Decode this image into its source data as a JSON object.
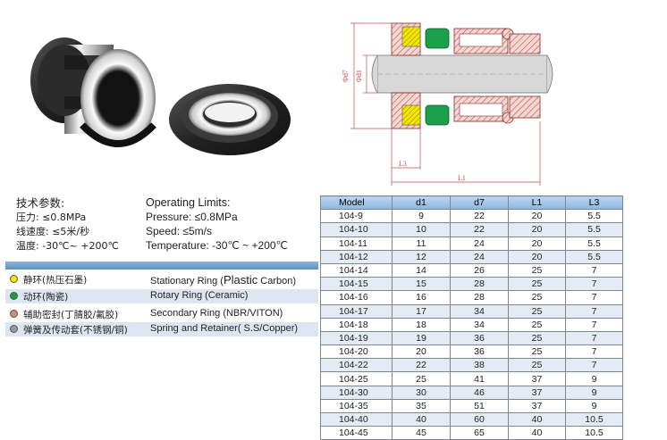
{
  "specs": {
    "cn_title": "技术参数:",
    "cn_pressure": "压力: ≤0.8MPa",
    "cn_speed": "线速度: ≤5米/秒",
    "cn_temp": "温度: -30℃~ +200℃",
    "en_title": "Operating Limits:",
    "en_pressure": "Pressure: ≤0.8MPa",
    "en_speed": "Speed: ≤5m/s",
    "en_temp": "Temperature: -30℃ ~ +200℃"
  },
  "components": [
    {
      "cn": "静环(热压石墨)",
      "en_pre": "Stationary Ring (",
      "en_big": "Plastic",
      "en_post": " Carbon)",
      "color": "#f2e500"
    },
    {
      "cn": "动环(陶瓷)",
      "en": "Rotary Ring (Ceramic)",
      "color": "#1a9e3a"
    },
    {
      "cn": "辅助密封(丁腈胶/氟胶)",
      "en": "Secondary Ring (NBR/VITON)",
      "color": "#d88a6e"
    },
    {
      "cn": "弹簧及传动套(不锈钢/铜)",
      "en": "Spring and Retainer( S.S/Copper)",
      "color": "#9a9a9a"
    }
  ],
  "drawing": {
    "phi_d7": "Φd7",
    "phi_d1": "Φd1",
    "l3": "L3",
    "l1": "L1"
  },
  "table": {
    "headers": [
      "Model",
      "d1",
      "d7",
      "L1",
      "L3"
    ],
    "rows": [
      [
        "104-9",
        "9",
        "22",
        "20",
        "5.5"
      ],
      [
        "104-10",
        "10",
        "22",
        "20",
        "5.5"
      ],
      [
        "104-11",
        "11",
        "24",
        "20",
        "5.5"
      ],
      [
        "104-12",
        "12",
        "24",
        "20",
        "5.5"
      ],
      [
        "104-14",
        "14",
        "26",
        "25",
        "7"
      ],
      [
        "104-15",
        "15",
        "28",
        "25",
        "7"
      ],
      [
        "104-16",
        "16",
        "28",
        "25",
        "7"
      ],
      [
        "104-17",
        "17",
        "34",
        "25",
        "7"
      ],
      [
        "104-18",
        "18",
        "34",
        "25",
        "7"
      ],
      [
        "104-19",
        "19",
        "36",
        "25",
        "7"
      ],
      [
        "104-20",
        "20",
        "36",
        "25",
        "7"
      ],
      [
        "104-22",
        "22",
        "38",
        "25",
        "7"
      ],
      [
        "104-25",
        "25",
        "41",
        "37",
        "9"
      ],
      [
        "104-30",
        "30",
        "46",
        "37",
        "9"
      ],
      [
        "104-35",
        "35",
        "51",
        "37",
        "9"
      ],
      [
        "104-40",
        "40",
        "60",
        "40",
        "10.5"
      ],
      [
        "104-45",
        "45",
        "65",
        "40",
        "10.5"
      ]
    ]
  }
}
